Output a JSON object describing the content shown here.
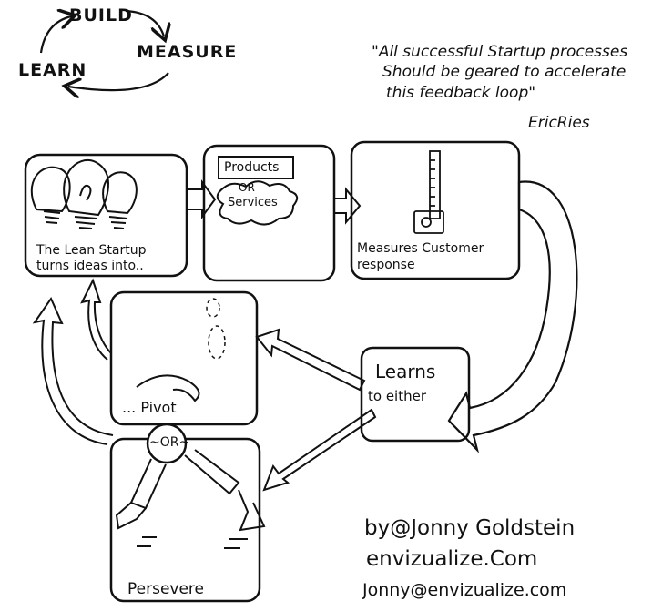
{
  "cycle": {
    "build": "BUILD",
    "measure": "MEASURE",
    "learn": "LEARN"
  },
  "quote": {
    "line1": "\"All successful Startup processes",
    "line2": "Should be geared to accelerate",
    "line3": "this feedback loop\"",
    "author": "EricRies"
  },
  "boxes": {
    "ideas": {
      "line1": "The Lean Startup",
      "line2": "turns ideas into.."
    },
    "products": {
      "label": "Products",
      "connector": "OR",
      "cloud": "Services"
    },
    "measure": {
      "line1": "Measures Customer",
      "line2": "response"
    },
    "learn": {
      "line1": "Learns",
      "line2": "to either"
    },
    "pivot": {
      "label": "... Pivot"
    },
    "or": {
      "label": "~OR~"
    },
    "persevere": {
      "label": "Persevere"
    }
  },
  "credits": {
    "author": "by@Jonny Goldstein",
    "site": "envizualize.Com",
    "email": "Jonny@envizualize.com"
  }
}
